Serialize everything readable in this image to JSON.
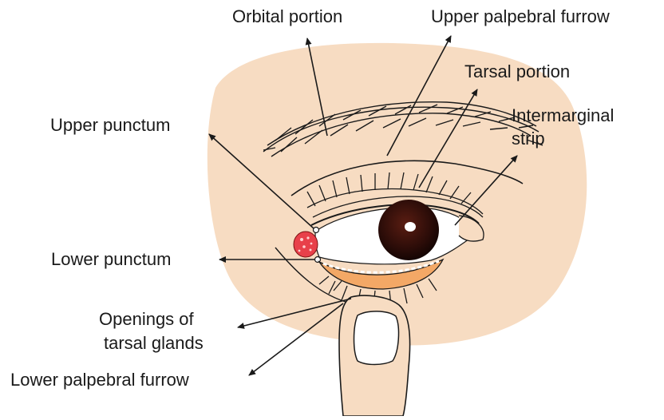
{
  "labels": {
    "orbital_portion": "Orbital portion",
    "upper_palpebral_furrow": "Upper palpebral furrow",
    "tarsal_portion": "Tarsal portion",
    "intermarginal_strip_line1": "Intermarginal",
    "intermarginal_strip_line2": "strip",
    "upper_punctum": "Upper punctum",
    "lower_punctum": "Lower punctum",
    "openings_line1": "Openings of",
    "openings_line2": "tarsal glands",
    "lower_palpebral_furrow": "Lower palpebral furrow"
  },
  "colors": {
    "skin": "#f7dcc2",
    "lacrimal": "#e8404a",
    "lid_margin": "#f3a866",
    "iris": "#2b0c08",
    "line": "#1a1a1a"
  }
}
